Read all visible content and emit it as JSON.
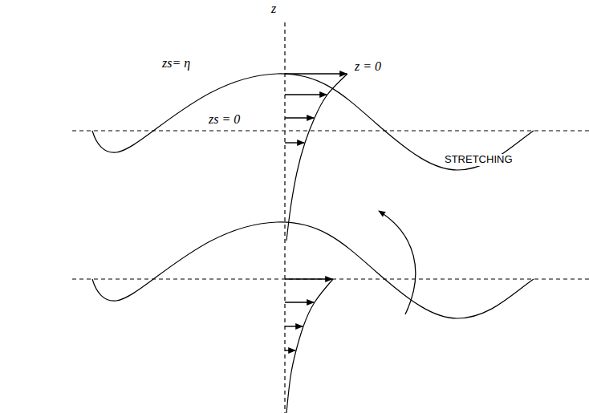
{
  "diagram": {
    "labels": [
      "z",
      "zs= η",
      "z = 0",
      "zs = 0",
      "STRETCHING"
    ]
  }
}
